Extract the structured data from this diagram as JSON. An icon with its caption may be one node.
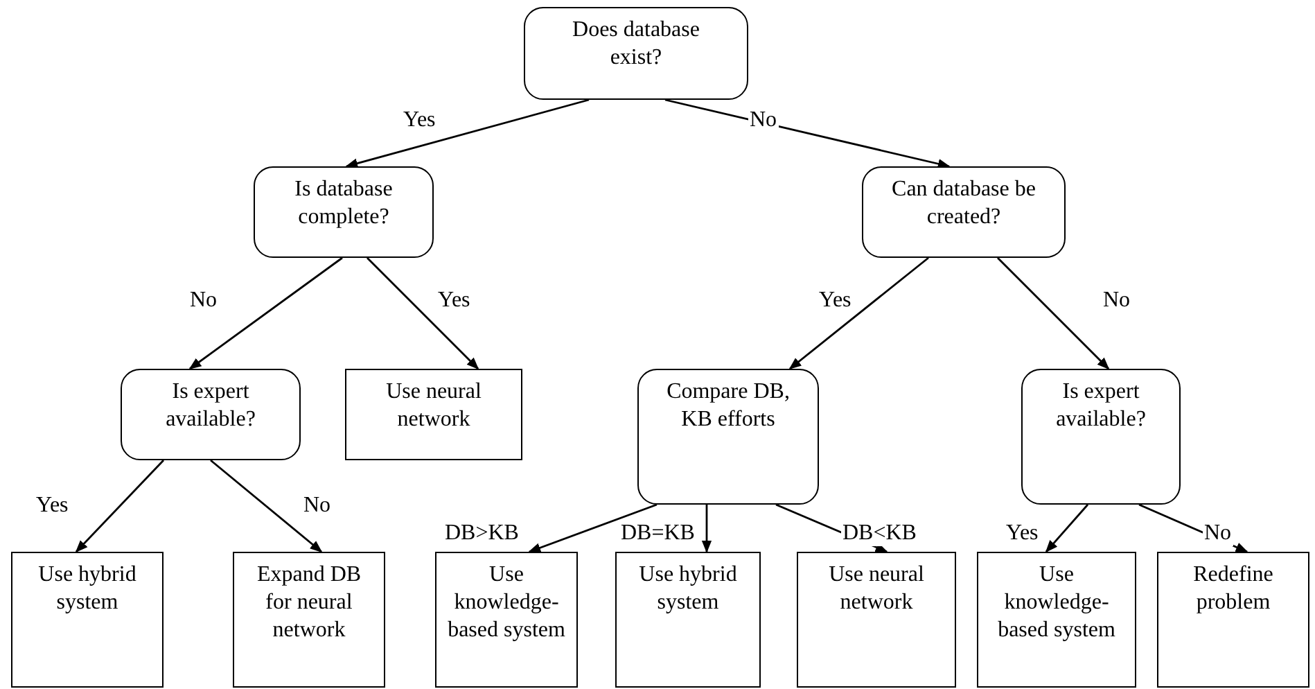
{
  "diagram": {
    "nodes": [
      {
        "text": [
          "Does database exist?"
        ]
      },
      {
        "text": [
          "Is database complete?"
        ]
      },
      {
        "text": [
          "Can database be created?"
        ]
      },
      {
        "text": [
          "Is expert available?"
        ]
      },
      {
        "text": [
          "Use neural network"
        ]
      },
      {
        "text": [
          "Compare DB, KB efforts"
        ]
      },
      {
        "text": [
          "Is expert available?"
        ]
      },
      {
        "text": [
          "Use hybrid system"
        ]
      },
      {
        "text": [
          "Expand DB for neural network"
        ]
      },
      {
        "text": [
          "Use knowledge-based system"
        ]
      },
      {
        "text": [
          "Use hybrid system"
        ]
      },
      {
        "text": [
          "Use neural network"
        ]
      },
      {
        "text": [
          "Use knowledge-based system"
        ]
      },
      {
        "text": [
          "Redefine problem"
        ]
      }
    ],
    "edges": [
      {
        "from": 0,
        "to": 1,
        "arrow": "to",
        "label": "Yes"
      },
      {
        "from": 0,
        "to": 2,
        "arrow": "to",
        "label": "No"
      },
      {
        "from": 1,
        "to": 3,
        "arrow": "to",
        "label": "No"
      },
      {
        "from": 1,
        "to": 4,
        "arrow": "to",
        "label": "Yes"
      },
      {
        "from": 3,
        "to": 7,
        "arrow": "to",
        "label": "Yes"
      },
      {
        "from": 3,
        "to": 8,
        "arrow": "to",
        "label": "No"
      },
      {
        "from": 2,
        "to": 5,
        "arrow": "to",
        "label": "Yes"
      },
      {
        "from": 2,
        "to": 6,
        "arrow": "to",
        "label": "No"
      },
      {
        "from": 5,
        "to": 9,
        "arrow": "to",
        "label": "DB>KB"
      },
      {
        "from": 5,
        "to": 10,
        "arrow": "to",
        "label": "DB=KB"
      },
      {
        "from": 5,
        "to": 11,
        "arrow": "to",
        "label": "DB<KB"
      },
      {
        "from": 6,
        "to": 12,
        "arrow": "to",
        "label": "Yes"
      },
      {
        "from": 6,
        "to": 13,
        "arrow": "to",
        "label": "No"
      }
    ]
  }
}
